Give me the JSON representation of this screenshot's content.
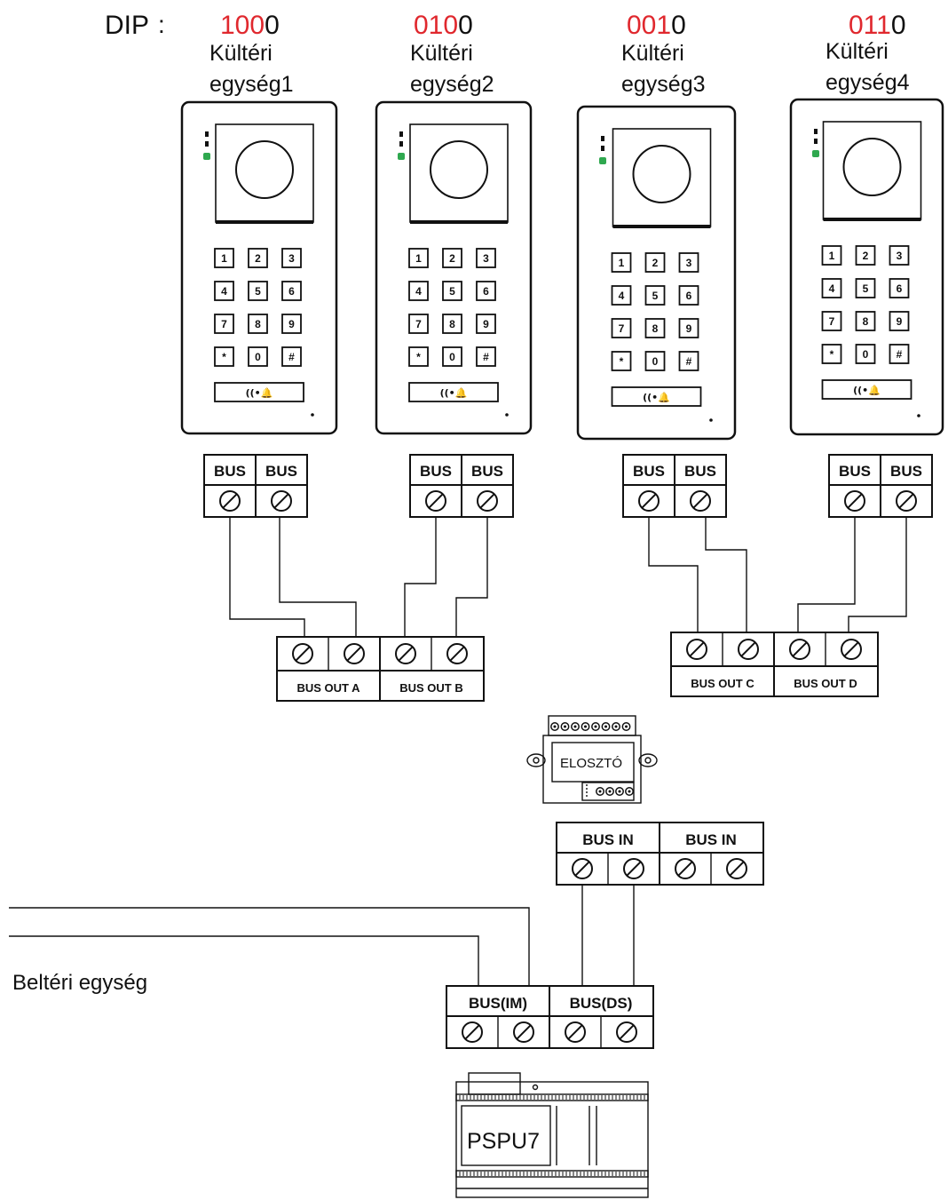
{
  "header": {
    "dip_label": "DIP",
    "dip_separator": ":"
  },
  "outdoor_units": [
    {
      "dip_red": "100",
      "dip_black": "0",
      "label_line1": "Kültéri",
      "label_line2": "egység1",
      "terminals": [
        "BUS",
        "BUS"
      ]
    },
    {
      "dip_red": "010",
      "dip_black": "0",
      "label_line1": "Kültéri",
      "label_line2": "egység2",
      "terminals": [
        "BUS",
        "BUS"
      ]
    },
    {
      "dip_red": "001",
      "dip_black": "0",
      "label_line1": "Kültéri",
      "label_line2": "egység3",
      "terminals": [
        "BUS",
        "BUS"
      ]
    },
    {
      "dip_red": "011",
      "dip_black": "0",
      "label_line1": "Kültéri",
      "label_line2": "egység4",
      "terminals": [
        "BUS",
        "BUS"
      ]
    }
  ],
  "keypad_keys": [
    "1",
    "2",
    "3",
    "4",
    "5",
    "6",
    "7",
    "8",
    "9",
    "*",
    "0",
    "#"
  ],
  "call_button_glyph": "((•🔔",
  "distributor": {
    "out_left": [
      "BUS OUT A",
      "BUS OUT B"
    ],
    "out_right": [
      "BUS OUT C",
      "BUS OUT D"
    ],
    "label": "ELOSZTÓ",
    "in_labels": [
      "BUS IN",
      "BUS IN"
    ]
  },
  "power_unit": {
    "terminal_labels": [
      "BUS(IM)",
      "BUS(DS)"
    ],
    "label": "PSPU7"
  },
  "indoor_label": "Beltéri egység",
  "colors": {
    "dip_highlight": "#e0282e",
    "led_green": "#2fa84f",
    "line": "#111111"
  }
}
